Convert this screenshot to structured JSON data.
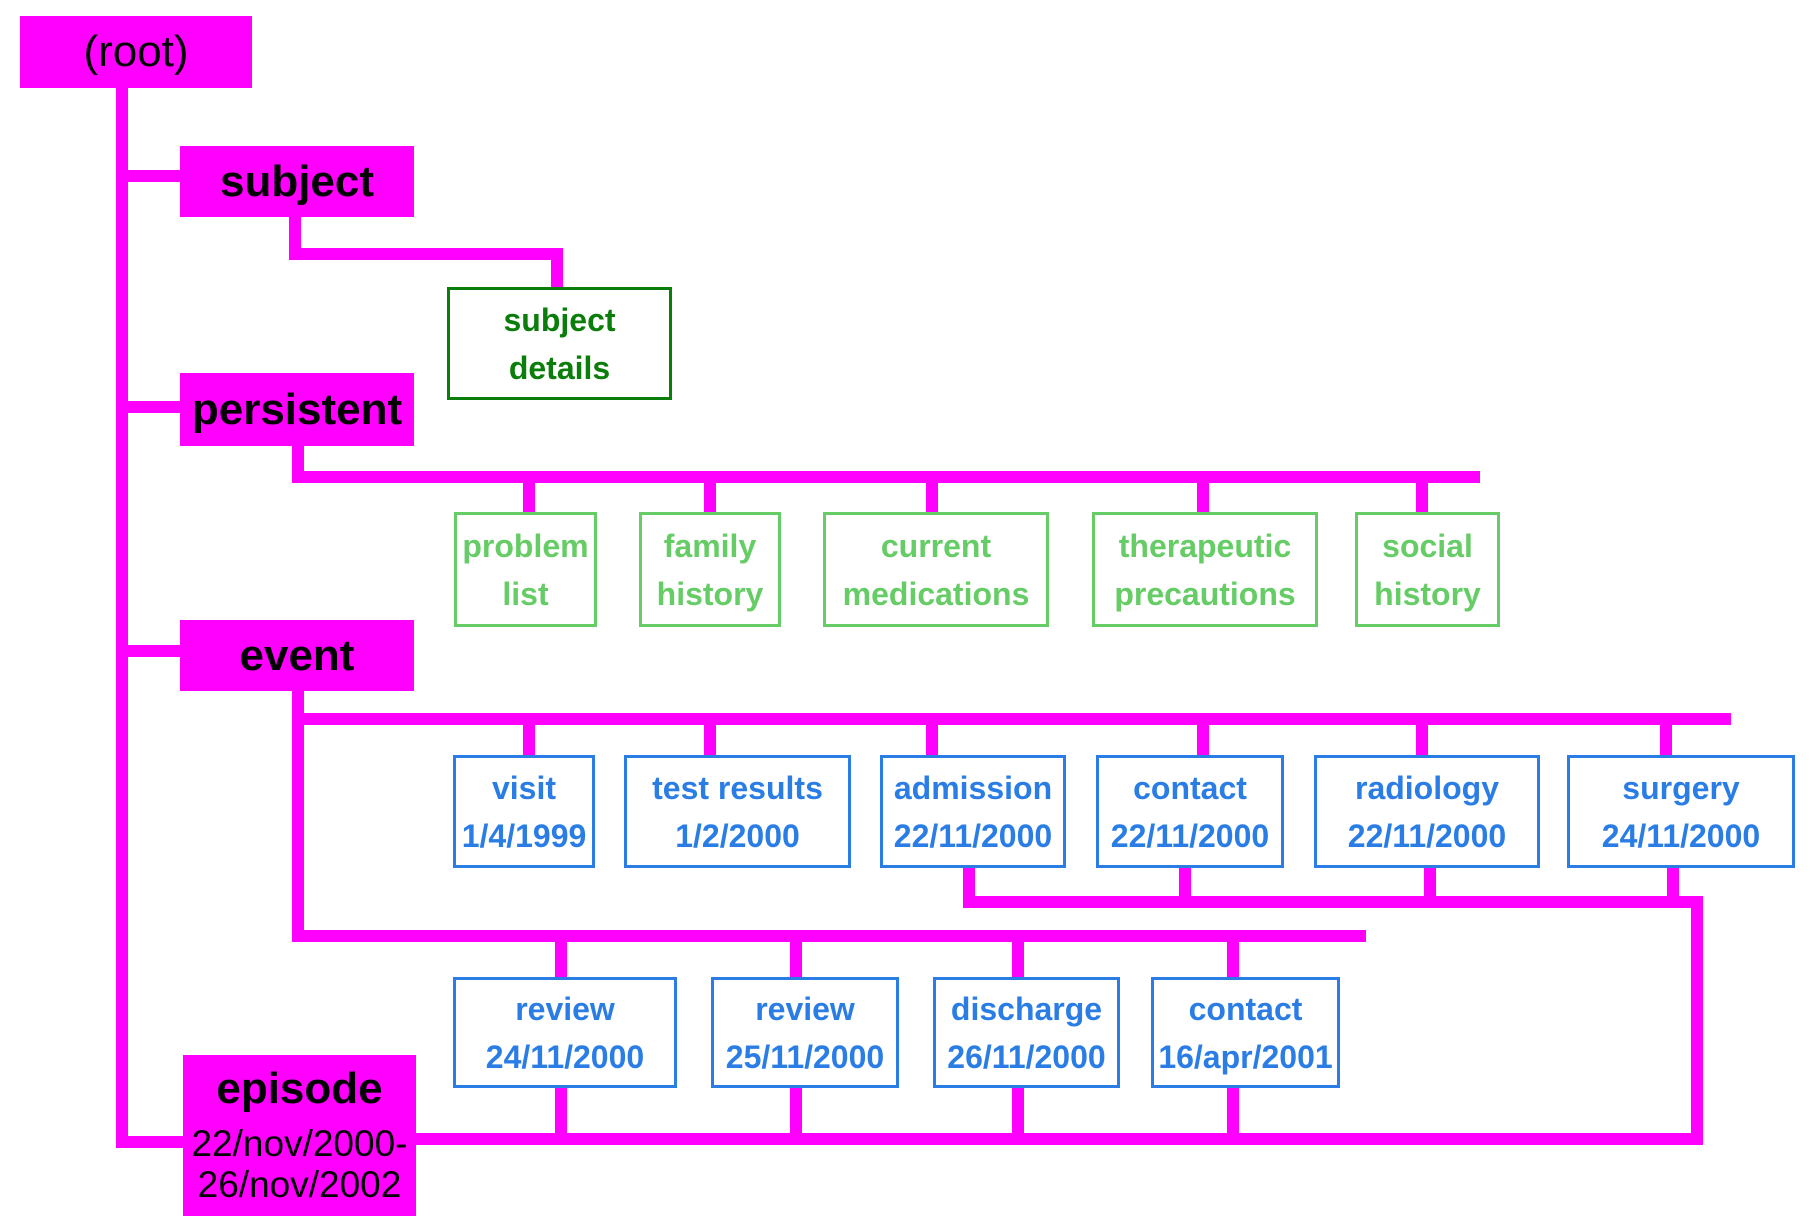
{
  "diagram": {
    "root": {
      "label": "(root)"
    },
    "subject": {
      "label": "subject",
      "children": [
        {
          "lines": [
            "subject",
            "details"
          ]
        }
      ]
    },
    "persistent": {
      "label": "persistent",
      "children": [
        {
          "lines": [
            "problem",
            "list"
          ]
        },
        {
          "lines": [
            "family",
            "history"
          ]
        },
        {
          "lines": [
            "current",
            "medications"
          ]
        },
        {
          "lines": [
            "therapeutic",
            "precautions"
          ]
        },
        {
          "lines": [
            "social",
            "history"
          ]
        }
      ]
    },
    "event": {
      "label": "event",
      "row1": [
        {
          "title": "visit",
          "date": "1/4/1999"
        },
        {
          "title": "test results",
          "date": "1/2/2000"
        },
        {
          "title": "admission",
          "date": "22/11/2000"
        },
        {
          "title": "contact",
          "date": "22/11/2000"
        },
        {
          "title": "radiology",
          "date": "22/11/2000"
        },
        {
          "title": "surgery",
          "date": "24/11/2000"
        }
      ],
      "row2": [
        {
          "title": "review",
          "date": "24/11/2000"
        },
        {
          "title": "review",
          "date": "25/11/2000"
        },
        {
          "title": "discharge",
          "date": "26/11/2000"
        },
        {
          "title": "contact",
          "date": "16/apr/2001"
        }
      ]
    },
    "episode": {
      "label": "episode",
      "range_start": "22/nov/2000-",
      "range_end": "26/nov/2002"
    }
  },
  "colors": {
    "connector": "#ff00ff",
    "subject_child": "#0a7d0a",
    "persistent_child": "#66cc66",
    "event_child": "#2b7de6"
  }
}
